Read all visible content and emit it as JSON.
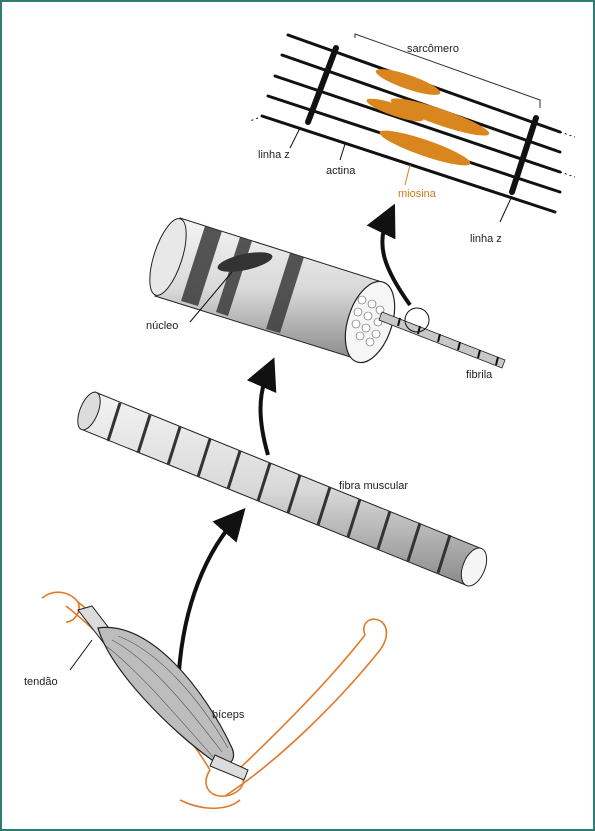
{
  "labels": {
    "sarcomero": "sarcômero",
    "linha_z_left": "linha z",
    "actina": "actina",
    "miosina": "miosina",
    "linha_z_right": "linha z",
    "nucleo": "núcleo",
    "fibrila": "fibrila",
    "fibra_muscular": "fibra muscular",
    "tendao": "tendão",
    "biceps": "bíceps"
  },
  "colors": {
    "frame": "#2e7d6e",
    "ink": "#1a1a1a",
    "myosin": "#d9861f",
    "bone": "#e07a2a"
  }
}
